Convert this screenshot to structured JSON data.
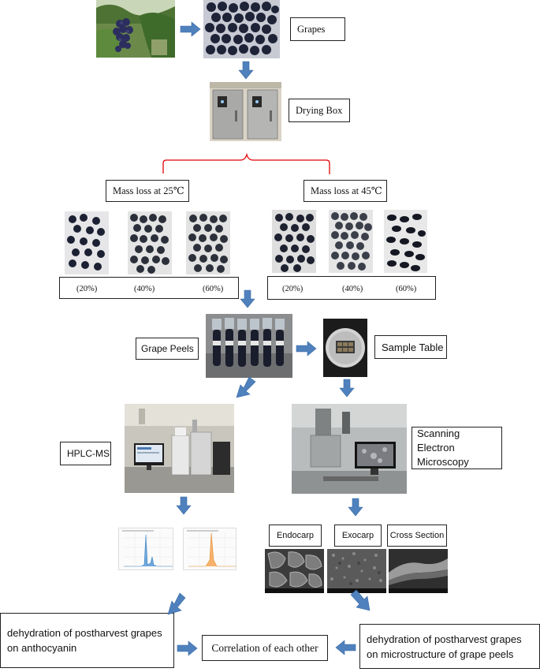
{
  "labels": {
    "grapes": "Grapes",
    "drying_box": "Drying Box",
    "mass_loss_25": "Mass loss at 25℃",
    "mass_loss_45": "Mass loss at 45℃",
    "pct_20": "(20%)",
    "pct_40": "(40%)",
    "pct_60": "(60%)",
    "grape_peels": "Grape Peels",
    "sample_table": "Sample Table",
    "hplc_ms": "HPLC-MS",
    "sem": "Scanning Electron Microscopy",
    "endocarp": "Endocarp",
    "exocarp": "Exocarp",
    "cross_section": "Cross Section",
    "result_left": "dehydration of postharvest grapes on anthocyanin",
    "correlation": "Correlation of each other",
    "result_right": "dehydration of postharvest grapes on microstructure of grape peels"
  },
  "colors": {
    "arrow": "#4f81bd",
    "brace": "#e00000",
    "peak_blue": "#6fa8dc",
    "peak_orange": "#f6b26b"
  }
}
